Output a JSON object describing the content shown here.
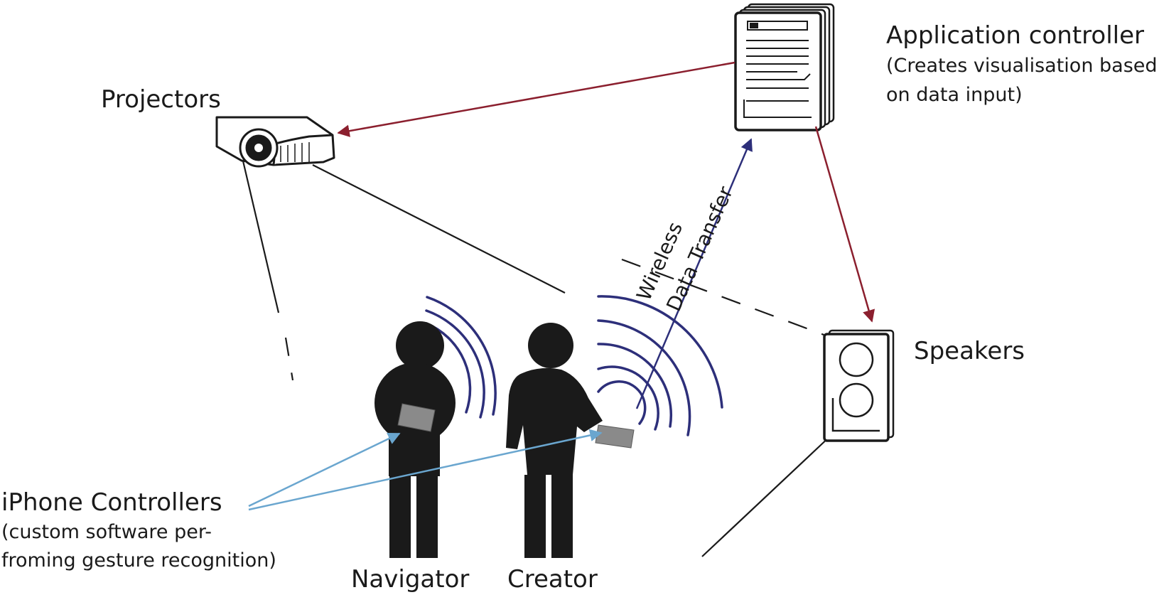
{
  "labels": {
    "projectors": "Projectors",
    "app_title": "Application controller",
    "app_sub_1": "(Creates visualisation based",
    "app_sub_2": "on data input)",
    "speakers": "Speakers",
    "wireless_1": "Wireless",
    "wireless_2": "Data Transfer",
    "iphone_title": "iPhone Controllers",
    "iphone_sub_1": "(custom software per-",
    "iphone_sub_2": "froming gesture recognition)",
    "navigator": "Navigator",
    "creator": "Creator"
  },
  "colors": {
    "ink": "#1a1a1a",
    "control_arrow": "#8b1f2e",
    "wireless_arrow": "#2d2f7a",
    "signal_waves": "#2d2f7a",
    "gesture_arrow": "#6aa6cf",
    "phone": "#8a8a8a"
  },
  "icons": {
    "projector": "projector-icon",
    "computer": "computer-documents-icon",
    "speaker": "speaker-icon",
    "person": "person-silhouette-icon",
    "phone": "phone-icon",
    "waves": "signal-waves-icon"
  }
}
